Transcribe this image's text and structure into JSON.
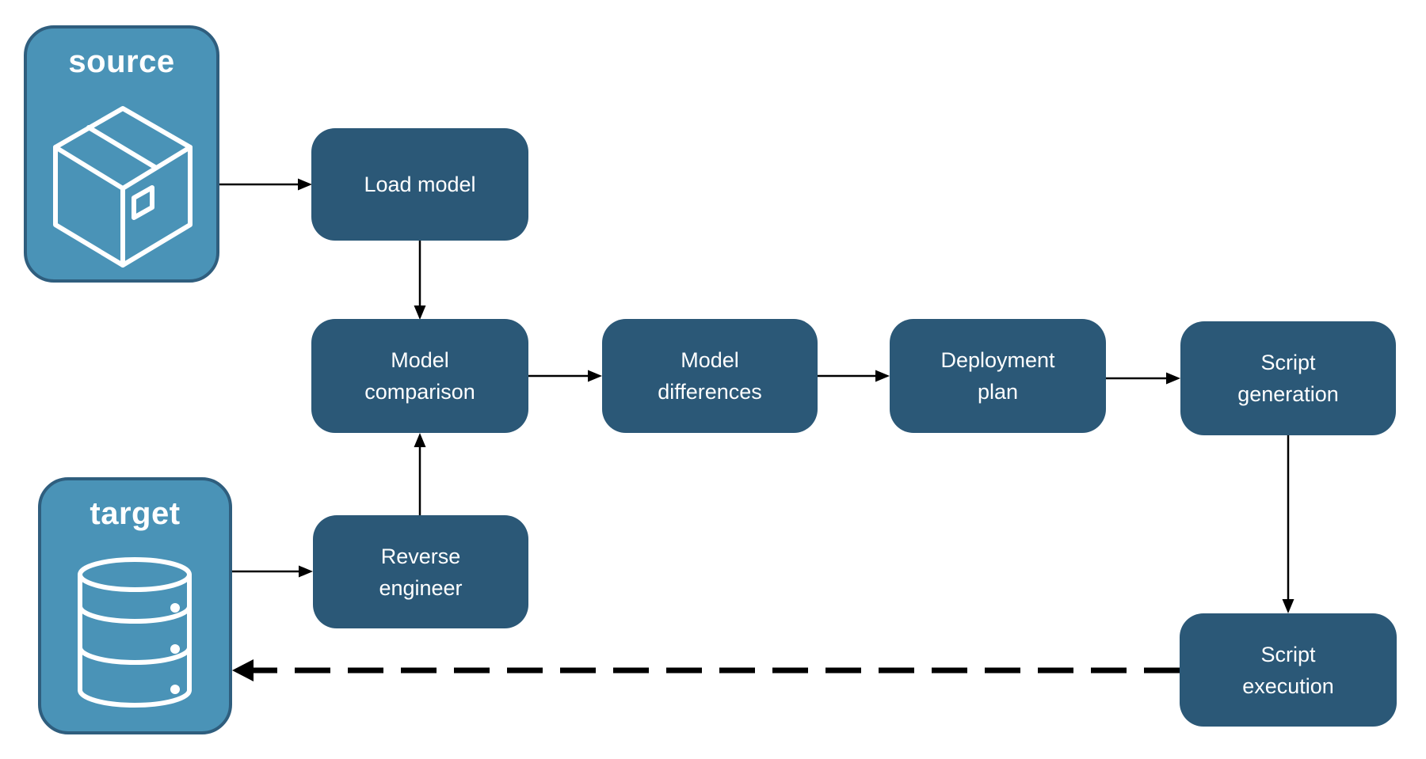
{
  "diagram": {
    "background_color": "#FFFFFF",
    "entities": {
      "source": {
        "label": "source",
        "icon": "package-icon"
      },
      "target": {
        "label": "target",
        "icon": "database-icon"
      }
    },
    "nodes": {
      "load_model": {
        "label": "Load model"
      },
      "model_comparison": {
        "label": "Model\ncomparison"
      },
      "model_differences": {
        "label": "Model\ndifferences"
      },
      "deployment_plan": {
        "label": "Deployment\nplan"
      },
      "script_generation": {
        "label": "Script\ngeneration"
      },
      "reverse_engineer": {
        "label": "Reverse\nengineer"
      },
      "script_execution": {
        "label": "Script\nexecution"
      }
    },
    "edges": [
      {
        "from": "source",
        "to": "load_model",
        "style": "solid"
      },
      {
        "from": "load_model",
        "to": "model_comparison",
        "style": "solid"
      },
      {
        "from": "target",
        "to": "reverse_engineer",
        "style": "solid"
      },
      {
        "from": "reverse_engineer",
        "to": "model_comparison",
        "style": "solid"
      },
      {
        "from": "model_comparison",
        "to": "model_differences",
        "style": "solid"
      },
      {
        "from": "model_differences",
        "to": "deployment_plan",
        "style": "solid"
      },
      {
        "from": "deployment_plan",
        "to": "script_generation",
        "style": "solid"
      },
      {
        "from": "script_generation",
        "to": "script_execution",
        "style": "solid"
      },
      {
        "from": "script_execution",
        "to": "target",
        "style": "dashed"
      }
    ],
    "colors": {
      "entity_fill": "#4A93B7",
      "entity_border": "#2F5E7E",
      "node_fill": "#2B5877",
      "label_text": "#FFFFFF",
      "arrow": "#000000"
    }
  }
}
